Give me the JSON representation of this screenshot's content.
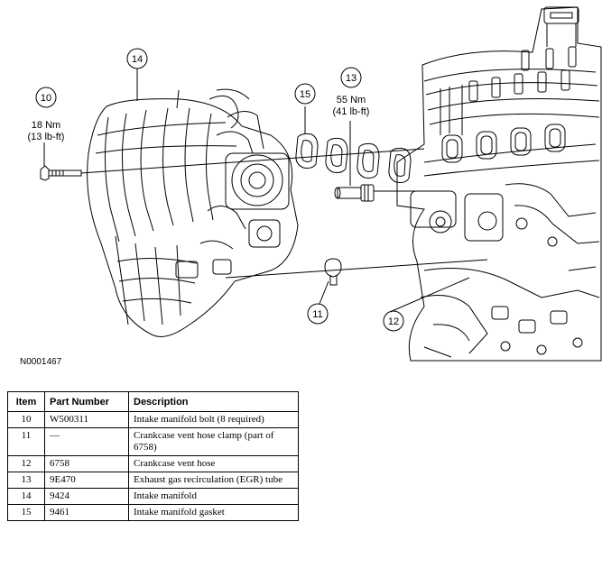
{
  "callouts": [
    {
      "id": "10",
      "label": "10",
      "torque": [
        "18 Nm",
        "(13 lb-ft)"
      ]
    },
    {
      "id": "11",
      "label": "11"
    },
    {
      "id": "12",
      "label": "12"
    },
    {
      "id": "13",
      "label": "13",
      "torque": [
        "55 Nm",
        "(41 lb-ft)"
      ]
    },
    {
      "id": "14",
      "label": "14"
    },
    {
      "id": "15",
      "label": "15"
    }
  ],
  "figure_id": "N0001467",
  "table": {
    "headers": {
      "item": "Item",
      "part_number": "Part Number",
      "description": "Description"
    },
    "rows": [
      {
        "item": "10",
        "part_number": "W500311",
        "description": "Intake manifold bolt (8 required)"
      },
      {
        "item": "11",
        "part_number": "—",
        "description": "Crankcase vent hose clamp (part of 6758)"
      },
      {
        "item": "12",
        "part_number": "6758",
        "description": "Crankcase vent hose"
      },
      {
        "item": "13",
        "part_number": "9E470",
        "description": "Exhaust gas recirculation (EGR) tube"
      },
      {
        "item": "14",
        "part_number": "9424",
        "description": "Intake manifold"
      },
      {
        "item": "15",
        "part_number": "9461",
        "description": "Intake manifold gasket"
      }
    ]
  }
}
